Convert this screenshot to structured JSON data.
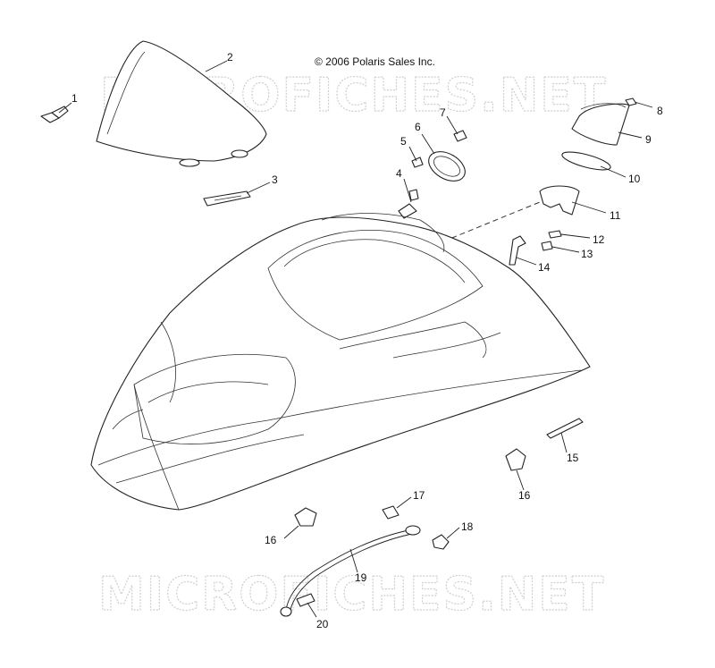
{
  "copyright": "© 2006 Polaris Sales Inc.",
  "watermark": "MICROFICHES.NET",
  "callouts": [
    {
      "id": "1",
      "label": "1"
    },
    {
      "id": "2",
      "label": "2"
    },
    {
      "id": "3",
      "label": "3"
    },
    {
      "id": "4",
      "label": "4"
    },
    {
      "id": "5",
      "label": "5"
    },
    {
      "id": "6",
      "label": "6"
    },
    {
      "id": "7",
      "label": "7"
    },
    {
      "id": "8",
      "label": "8"
    },
    {
      "id": "9",
      "label": "9"
    },
    {
      "id": "10",
      "label": "10"
    },
    {
      "id": "11",
      "label": "11"
    },
    {
      "id": "12",
      "label": "12"
    },
    {
      "id": "13",
      "label": "13"
    },
    {
      "id": "14",
      "label": "14"
    },
    {
      "id": "15",
      "label": "15"
    },
    {
      "id": "16a",
      "label": "16"
    },
    {
      "id": "16b",
      "label": "16"
    },
    {
      "id": "17",
      "label": "17"
    },
    {
      "id": "18",
      "label": "18"
    },
    {
      "id": "19",
      "label": "19"
    },
    {
      "id": "20",
      "label": "20"
    }
  ]
}
